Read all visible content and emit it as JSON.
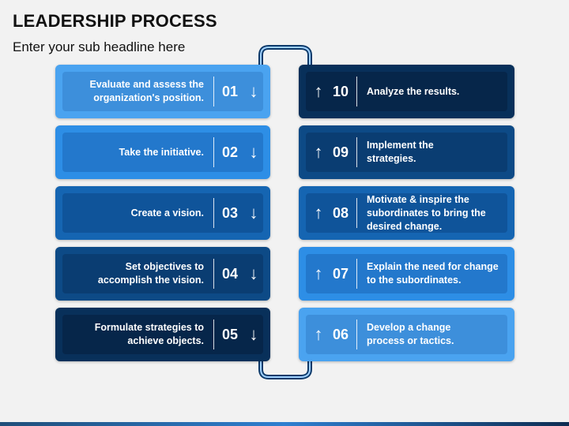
{
  "title": "LEADERSHIP PROCESS",
  "subtitle": "Enter your sub headline here",
  "left_steps": [
    {
      "num": "01",
      "text": "Evaluate and assess the\norganization's position.",
      "outer": "#4aa3f0",
      "inner": "#3d8fdb"
    },
    {
      "num": "02",
      "text": "Take the initiative.",
      "outer": "#2d8ee6",
      "inner": "#2378cc"
    },
    {
      "num": "03",
      "text": "Create a vision.",
      "outer": "#1565b2",
      "inner": "#0f549a"
    },
    {
      "num": "04",
      "text": "Set objectives to\naccomplish the vision.",
      "outer": "#0d4a86",
      "inner": "#0a3d72"
    },
    {
      "num": "05",
      "text": "Formulate strategies to\nachieve objects.",
      "outer": "#08305a",
      "inner": "#06264a"
    }
  ],
  "right_steps": [
    {
      "num": "10",
      "text": "Analyze the results.",
      "outer": "#08305a",
      "inner": "#06264a"
    },
    {
      "num": "09",
      "text": "Implement the\nstrategies.",
      "outer": "#0d4a86",
      "inner": "#0a3d72"
    },
    {
      "num": "08",
      "text": "Motivate & inspire the\nsubordinates to bring the\ndesired change.",
      "outer": "#1565b2",
      "inner": "#0f549a"
    },
    {
      "num": "07",
      "text": "Explain the need for change\nto the subordinates.",
      "outer": "#2d8ee6",
      "inner": "#2378cc"
    },
    {
      "num": "06",
      "text": "Develop a change\nprocess or tactics.",
      "outer": "#4aa3f0",
      "inner": "#3d8fdb"
    }
  ],
  "icons": {
    "down": "arrow-down-icon",
    "up": "arrow-up-icon"
  }
}
